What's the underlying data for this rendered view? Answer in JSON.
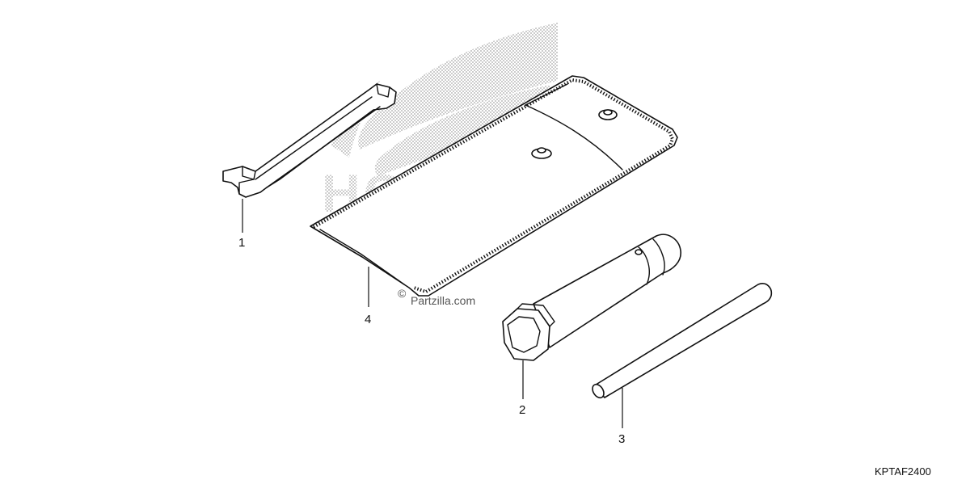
{
  "parts": [
    {
      "number": "1",
      "part": "spanner"
    },
    {
      "number": "2",
      "part": "plug-wrench"
    },
    {
      "number": "3",
      "part": "handle-bar"
    },
    {
      "number": "4",
      "part": "tool-case"
    }
  ],
  "diagram_code": "KPTAF2400",
  "watermark": {
    "brand": "HONDA",
    "site": "Partzilla.com",
    "copyright": "©"
  },
  "colors": {
    "ink": "#111111",
    "watermark": "#9a9a9a",
    "background": "#ffffff"
  }
}
